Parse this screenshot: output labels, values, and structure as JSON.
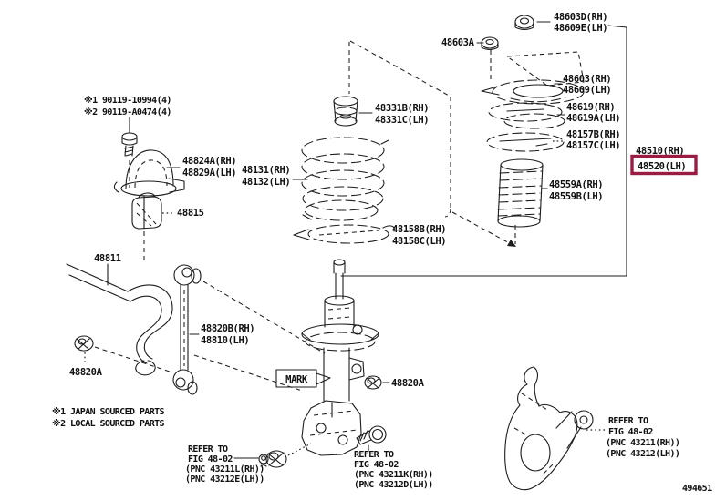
{
  "diagram": {
    "figure_number": "494651",
    "highlight_color": "#9a1c42",
    "line_color": "#1c1c1c",
    "background": "#ffffff"
  },
  "callouts": {
    "support_nut": {
      "line1": "48603D(RH)",
      "line2": "48609E(LH)"
    },
    "nut_48603a": {
      "line1": "48603A"
    },
    "support": {
      "line1": "48603(RH)",
      "line2": "48609(LH)"
    },
    "bearing": {
      "line1": "48619(RH)",
      "line2": "48619A(LH)"
    },
    "upper_insulator": {
      "line1": "48157B(RH)",
      "line2": "48157C(LH)"
    },
    "shock_rh": {
      "line1": "48510(RH)"
    },
    "shock_lh": {
      "line1": "48520(LH)",
      "highlighted": true
    },
    "dust_boot": {
      "line1": "48559A(RH)",
      "line2": "48559B(LH)"
    },
    "bolt_spec_1": {
      "line1": "※1 90119-10994(4)"
    },
    "bolt_spec_2": {
      "line1": "※2 90119-A0474(4)"
    },
    "bracket": {
      "line1": "48824A(RH)",
      "line2": "48829A(LH)"
    },
    "bumper": {
      "line1": "48331B(RH)",
      "line2": "48331C(LH)"
    },
    "coil_spring": {
      "line1": "48131(RH)",
      "line2": "48132(LH)"
    },
    "bush": {
      "line1": "48815"
    },
    "stabilizer_bar": {
      "line1": "48811"
    },
    "lower_insulator": {
      "line1": "48158B(RH)",
      "line2": "48158C(LH)"
    },
    "stabilizer_link": {
      "line1": "48820B(RH)",
      "line2": "48810(LH)"
    },
    "link_nut_left": {
      "line1": "48820A"
    },
    "link_nut_mid": {
      "line1": "48820A"
    },
    "mark_tag": {
      "line1": "MARK"
    }
  },
  "references": {
    "left": [
      "REFER TO",
      "FIG 48-02",
      "(PNC 43211L(RH))",
      "(PNC 43212E(LH))"
    ],
    "center": [
      "REFER TO",
      "FIG 48-02",
      "(PNC 43211K(RH))",
      "(PNC 43212D(LH))"
    ],
    "right": [
      "REFER TO",
      "FIG 48-02",
      "(PNC 43211(RH))",
      "(PNC 43212(LH))"
    ]
  },
  "footnotes": [
    "※1 JAPAN SOURCED PARTS",
    "※2 LOCAL SOURCED PARTS"
  ]
}
